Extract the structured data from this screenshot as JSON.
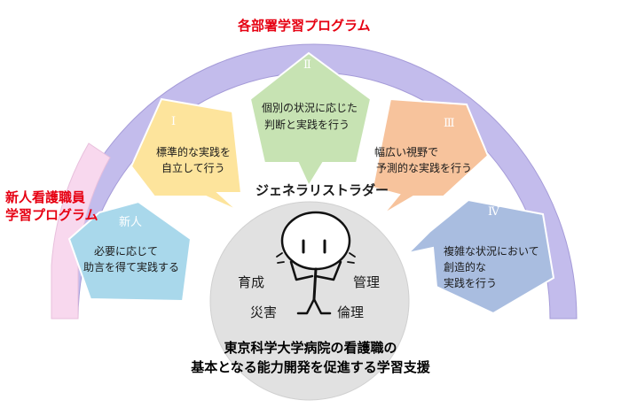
{
  "program": {
    "dept_title": "各部署学習プログラム",
    "newcomer_title_line1": "新人看護職員",
    "newcomer_title_line2": "学習プログラム"
  },
  "stages": {
    "newcomer": {
      "label": "新人",
      "line1": "必要に応じて",
      "line2": "助言を得て実践する",
      "color": "#a9d8eb"
    },
    "level1": {
      "label": "Ⅰ",
      "line1": "標準的な実践を",
      "line2": "自立して行う",
      "color": "#fde49c"
    },
    "level2": {
      "label": "Ⅱ",
      "line1": "個別の状況に応じた",
      "line2": "判断と実践を行う",
      "color": "#c7e3b3"
    },
    "level3": {
      "label": "Ⅲ",
      "line1": "幅広い視野で",
      "line2": "予測的な実践を行う",
      "color": "#f7c39c"
    },
    "level4": {
      "label": "Ⅳ",
      "line1": "複雑な状況において",
      "line2": "創造的な",
      "line3": "実践を行う",
      "color": "#a9bde0"
    }
  },
  "core": {
    "generalist": "ジェネラリストラダー",
    "words": {
      "ikusei": "育成",
      "kanri": "管理",
      "saigai": "災害",
      "rinri": "倫理"
    }
  },
  "caption": {
    "line1": "東京科学大学病院の看護職の",
    "line2": "基本となる能力開発を促進する学習支援"
  },
  "colors": {
    "arc_purple": "#c3bcec",
    "arc_pink": "#f8d8ee",
    "accent_red": "#e60012",
    "center_gray": "#e1e1e1"
  }
}
